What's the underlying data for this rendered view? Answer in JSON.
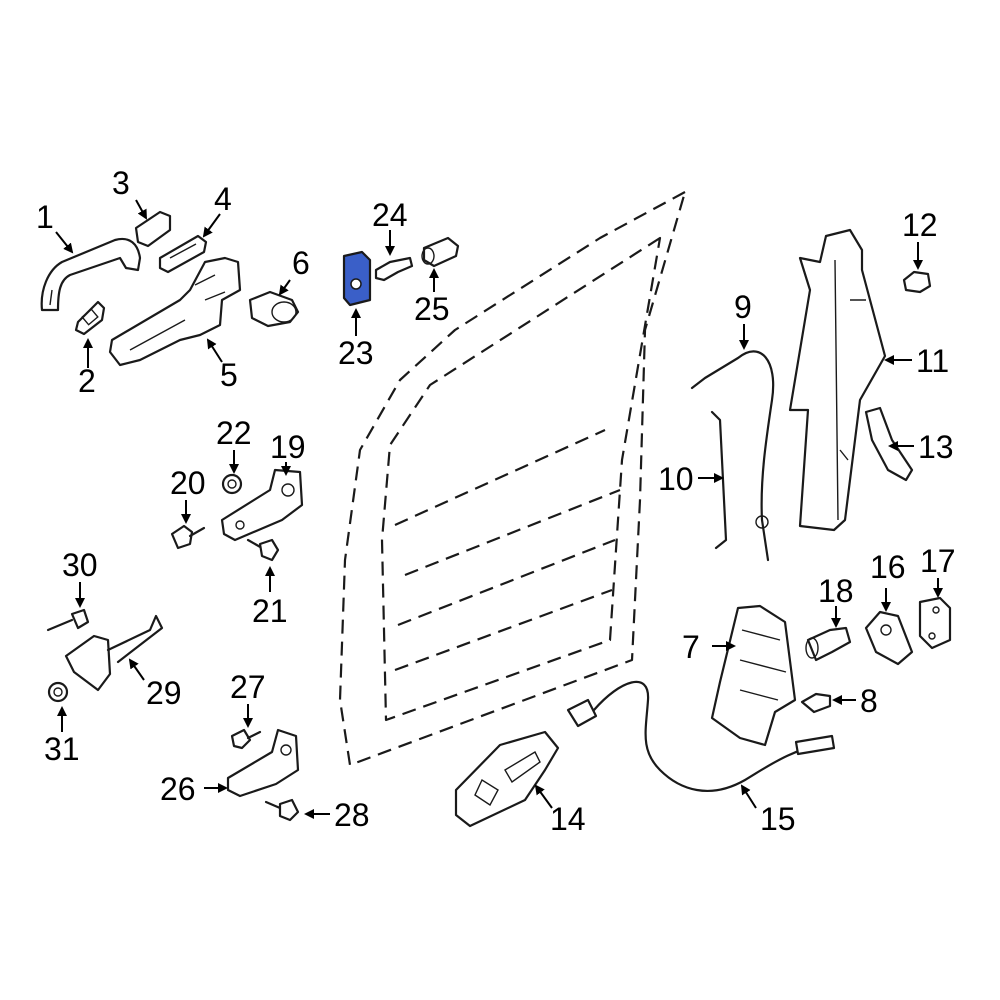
{
  "highlight_color": "#3a5fc8",
  "line_color": "#1a1a1a",
  "callouts": {
    "c1": "1",
    "c2": "2",
    "c3": "3",
    "c4": "4",
    "c5": "5",
    "c6": "6",
    "c7": "7",
    "c8": "8",
    "c9": "9",
    "c10": "10",
    "c11": "11",
    "c12": "12",
    "c13": "13",
    "c14": "14",
    "c15": "15",
    "c16": "16",
    "c17": "17",
    "c18": "18",
    "c19": "19",
    "c20": "20",
    "c21": "21",
    "c22": "22",
    "c23": "23",
    "c24": "24",
    "c25": "25",
    "c26": "26",
    "c27": "27",
    "c28": "28",
    "c29": "29",
    "c30": "30",
    "c31": "31"
  }
}
